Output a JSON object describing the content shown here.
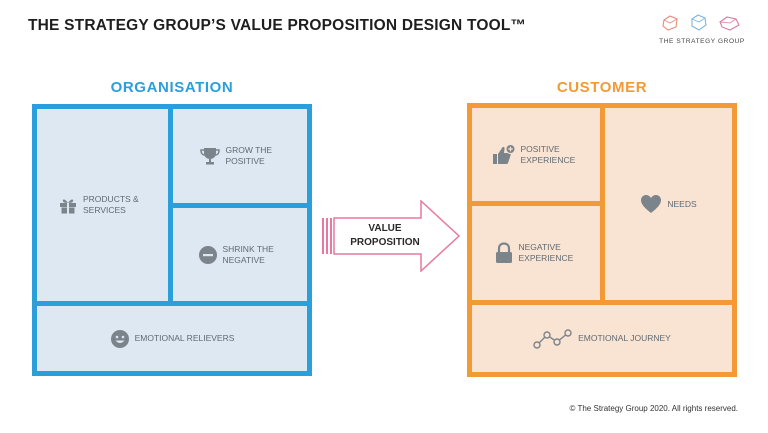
{
  "title": "THE STRATEGY GROUP’S VALUE PROPOSITION DESIGN TOOL™",
  "logo": {
    "text": "THE STRATEGY GROUP"
  },
  "organisation": {
    "heading": "ORGANISATION",
    "color": "#2b9fdc",
    "fill": "#dde8f2",
    "products_services": "PRODUCTS & SERVICES",
    "grow_positive": "GROW THE POSITIVE",
    "shrink_negative": "SHRINK THE NEGATIVE",
    "emotional_relievers": "EMOTIONAL RELIEVERS"
  },
  "arrow": {
    "label": "VALUE PROPOSITION",
    "color": "#e8789f"
  },
  "customer": {
    "heading": "CUSTOMER",
    "color": "#f39a36",
    "fill": "#f9e4d4",
    "positive_experience": "POSITIVE EXPERIENCE",
    "negative_experience": "NEGATIVE EXPERIENCE",
    "needs": "NEEDS",
    "emotional_journey": "EMOTIONAL JOURNEY"
  },
  "copyright": "© The Strategy Group 2020. All rights reserved."
}
